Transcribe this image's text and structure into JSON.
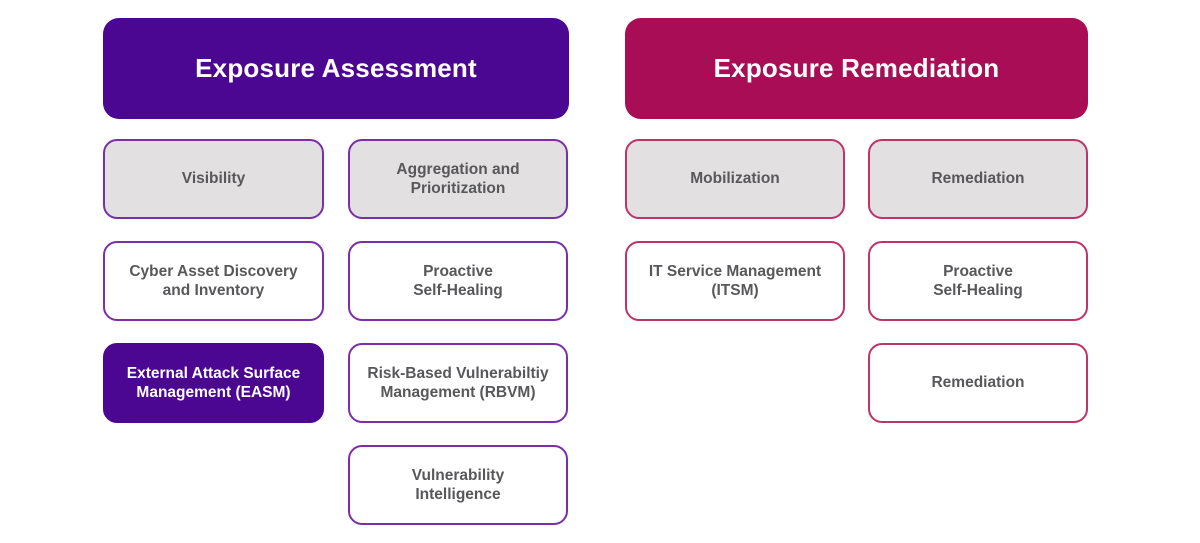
{
  "colors": {
    "assessment_primary": "#4B0791",
    "assessment_border": "#7B2FA6",
    "remediation_primary": "#A80D56",
    "remediation_border": "#BE336A",
    "box_gray_fill": "#E2E0E0",
    "box_text": "#58585B",
    "header_text": "#FFFFFF"
  },
  "sections": [
    {
      "title": "Exposure Assessment",
      "columns": [
        [
          {
            "label": "Visibility",
            "variant": "gray"
          },
          {
            "label": "Cyber Asset Discovery\nand Inventory",
            "variant": "white"
          },
          {
            "label": "External Attack Surface\nManagement (EASM)",
            "variant": "solid"
          }
        ],
        [
          {
            "label": "Aggregation and\nPrioritization",
            "variant": "gray"
          },
          {
            "label": "Proactive\nSelf-Healing",
            "variant": "white"
          },
          {
            "label": "Risk-Based Vulnerabiltiy\nManagement (RBVM)",
            "variant": "white"
          },
          {
            "label": "Vulnerability\nIntelligence",
            "variant": "white"
          }
        ]
      ]
    },
    {
      "title": "Exposure Remediation",
      "columns": [
        [
          {
            "label": "Mobilization",
            "variant": "gray"
          },
          {
            "label": "IT Service Management\n(ITSM)",
            "variant": "white"
          }
        ],
        [
          {
            "label": "Remediation",
            "variant": "gray"
          },
          {
            "label": "Proactive\nSelf-Healing",
            "variant": "white"
          },
          {
            "label": "Remediation",
            "variant": "white"
          }
        ]
      ]
    }
  ]
}
